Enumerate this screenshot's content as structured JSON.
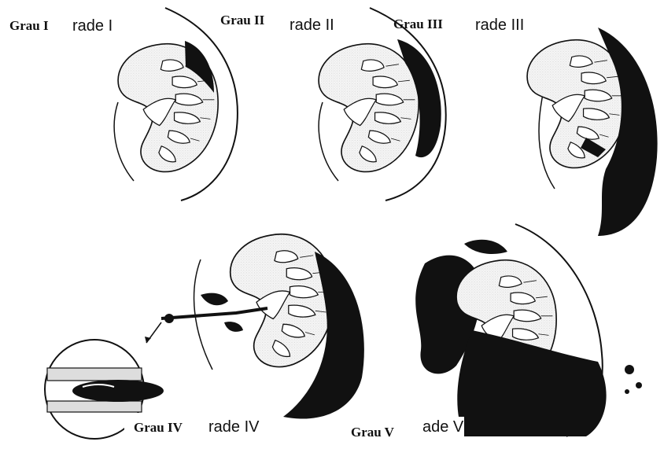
{
  "panels": [
    {
      "grau": "Grau I",
      "grade": "rade I"
    },
    {
      "grau": "Grau II",
      "grade": "rade II"
    },
    {
      "grau": "Grau III",
      "grade": "rade III"
    },
    {
      "grau": "Grau IV",
      "grade": "rade IV"
    },
    {
      "grau": "Grau V",
      "grade": "ade V"
    }
  ],
  "colors": {
    "ink": "#111111",
    "tissue": "#efefef",
    "paper": "#ffffff"
  }
}
